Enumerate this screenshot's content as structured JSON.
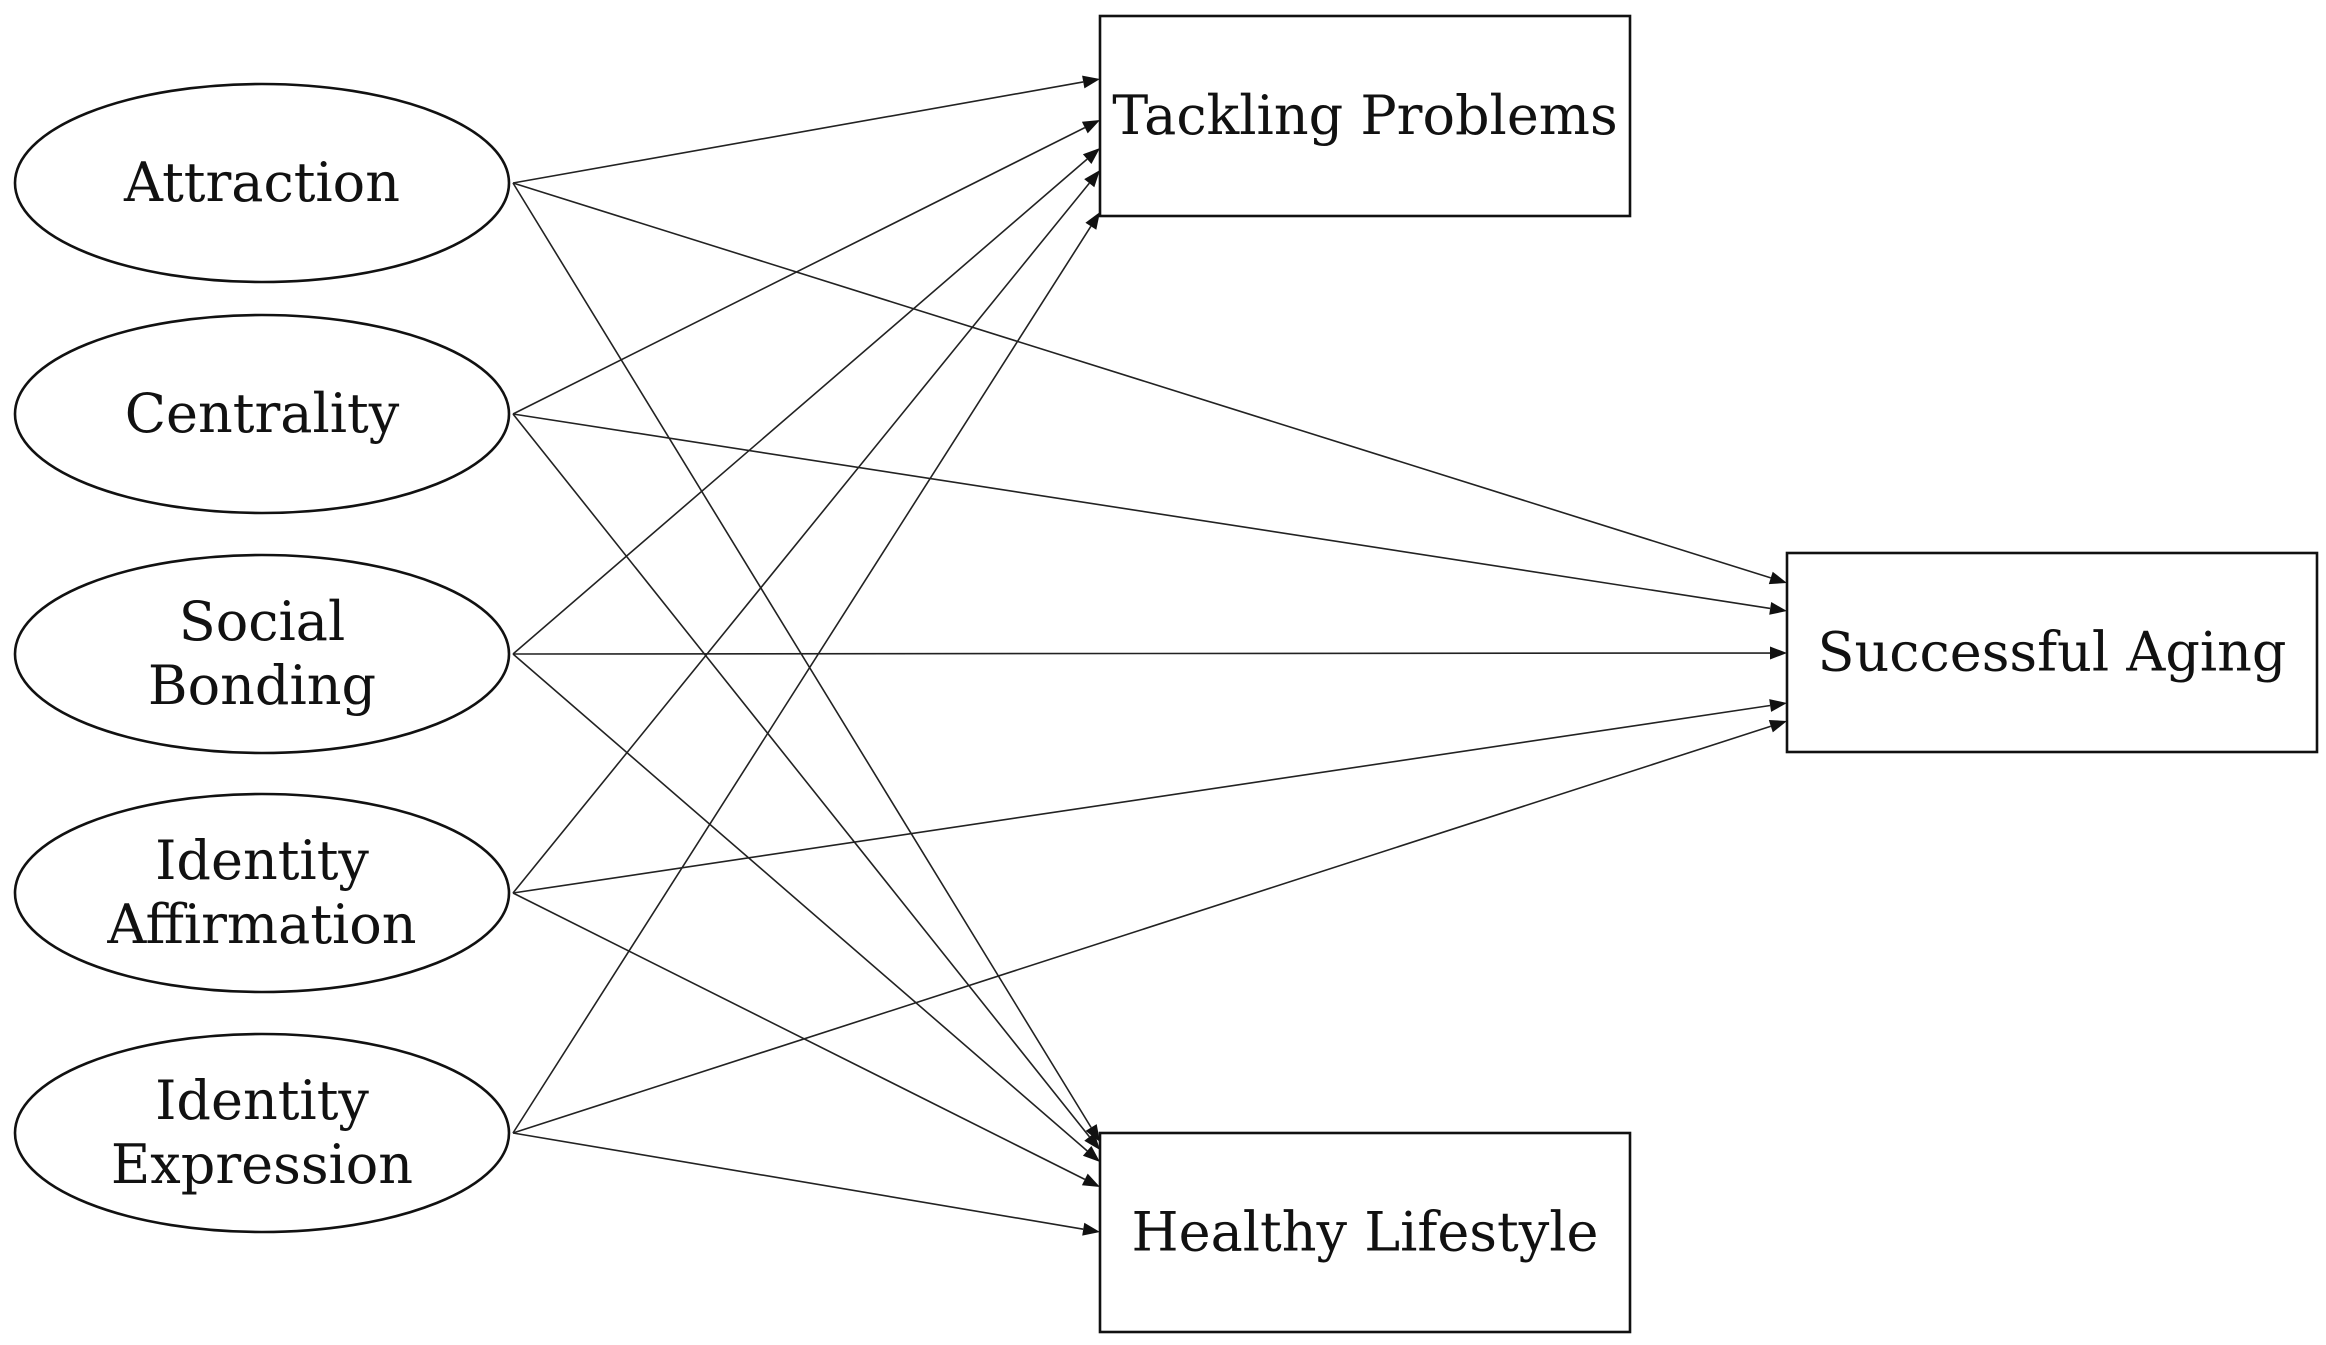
{
  "predictors": [
    {
      "id": "attraction",
      "lines": [
        "Attraction"
      ]
    },
    {
      "id": "centrality",
      "lines": [
        "Centrality"
      ]
    },
    {
      "id": "social-bonding",
      "lines": [
        "Social",
        "Bonding"
      ]
    },
    {
      "id": "identity-affirmation",
      "lines": [
        "Identity",
        "Affirmation"
      ]
    },
    {
      "id": "identity-expression",
      "lines": [
        "Identity",
        "Expression"
      ]
    }
  ],
  "outcomes": [
    {
      "id": "tackling-problems",
      "label": "Tackling Problems"
    },
    {
      "id": "successful-aging",
      "label": "Successful Aging"
    },
    {
      "id": "healthy-lifestyle",
      "label": "Healthy Lifestyle"
    }
  ],
  "paths": [
    {
      "from": "attraction",
      "to": "tackling-problems"
    },
    {
      "from": "attraction",
      "to": "successful-aging"
    },
    {
      "from": "attraction",
      "to": "healthy-lifestyle"
    },
    {
      "from": "centrality",
      "to": "tackling-problems"
    },
    {
      "from": "centrality",
      "to": "successful-aging"
    },
    {
      "from": "centrality",
      "to": "healthy-lifestyle"
    },
    {
      "from": "social-bonding",
      "to": "tackling-problems"
    },
    {
      "from": "social-bonding",
      "to": "successful-aging"
    },
    {
      "from": "social-bonding",
      "to": "healthy-lifestyle"
    },
    {
      "from": "identity-affirmation",
      "to": "tackling-problems"
    },
    {
      "from": "identity-affirmation",
      "to": "successful-aging"
    },
    {
      "from": "identity-affirmation",
      "to": "healthy-lifestyle"
    },
    {
      "from": "identity-expression",
      "to": "tackling-problems"
    },
    {
      "from": "identity-expression",
      "to": "successful-aging"
    },
    {
      "from": "identity-expression",
      "to": "healthy-lifestyle"
    }
  ]
}
